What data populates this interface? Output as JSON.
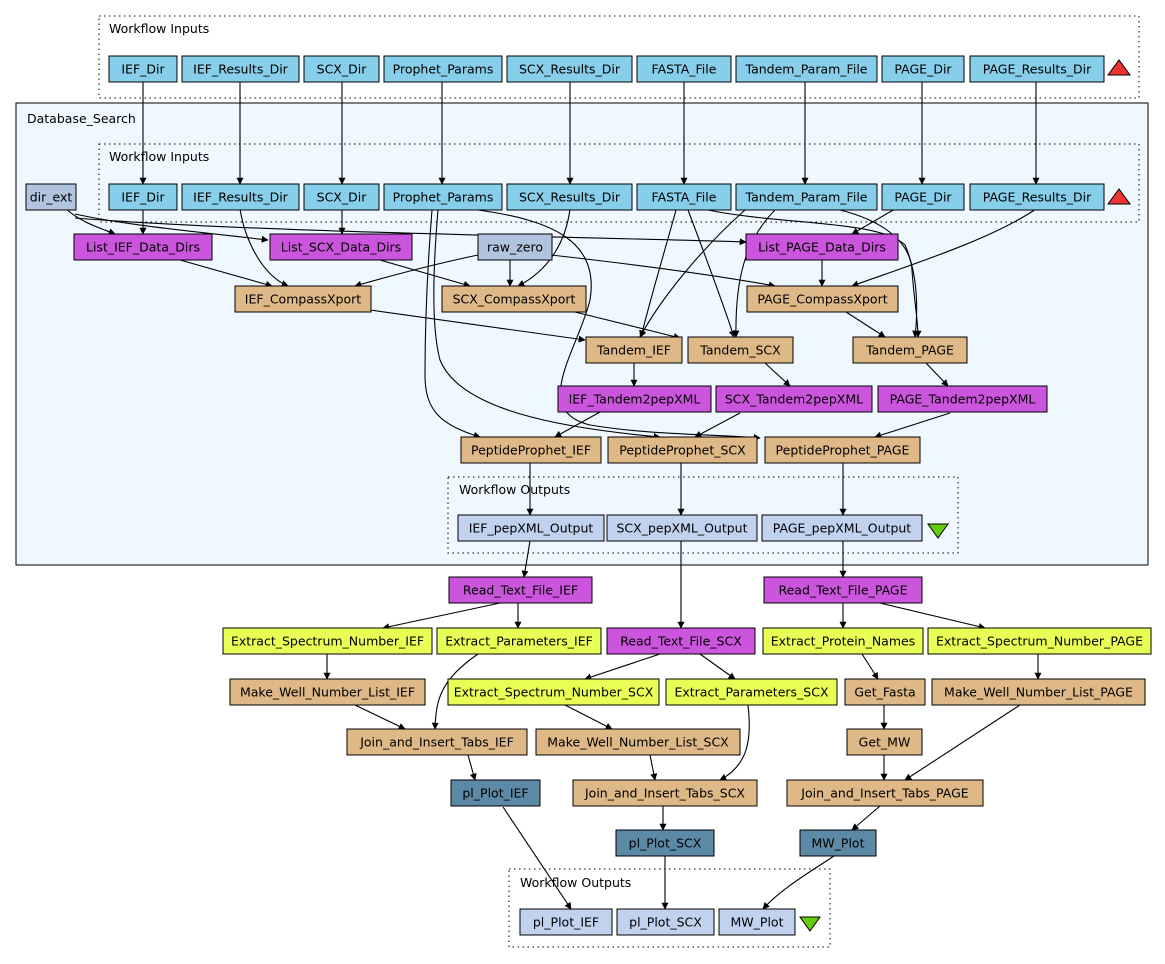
{
  "clusters": {
    "top_inputs": {
      "label": "Workflow Inputs"
    },
    "database_search": {
      "label": "Database_Search"
    },
    "inner_inputs": {
      "label": "Workflow Inputs"
    },
    "inner_outputs": {
      "label": "Workflow Outputs"
    },
    "bottom_outputs": {
      "label": "Workflow Outputs"
    }
  },
  "colors": {
    "input": "#87ceeb",
    "output": "#b0c4de",
    "output_port": "#c1d2ef",
    "beanshell": "#deb887",
    "workflow": "#cc55dd",
    "local": "#e8ff55",
    "rshell": "#5b89a6",
    "cluster_fill": "#f0f8ff",
    "triangle_up": "#ee3333",
    "triangle_down": "#66cc11"
  },
  "nodes": {
    "t_ief_dir": "IEF_Dir",
    "t_ief_results_dir": "IEF_Results_Dir",
    "t_scx_dir": "SCX_Dir",
    "t_prophet_params": "Prophet_Params",
    "t_scx_results_dir": "SCX_Results_Dir",
    "t_fasta_file": "FASTA_File",
    "t_tandem_param_file": "Tandem_Param_File",
    "t_page_dir": "PAGE_Dir",
    "t_page_results_dir": "PAGE_Results_Dir",
    "i_ief_dir": "IEF_Dir",
    "i_ief_results_dir": "IEF_Results_Dir",
    "i_scx_dir": "SCX_Dir",
    "i_prophet_params": "Prophet_Params",
    "i_scx_results_dir": "SCX_Results_Dir",
    "i_fasta_file": "FASTA_File",
    "i_tandem_param_file": "Tandem_Param_File",
    "i_page_dir": "PAGE_Dir",
    "i_page_results_dir": "PAGE_Results_Dir",
    "dir_ext": "dir_ext",
    "raw_zero": "raw_zero",
    "list_ief": "List_IEF_Data_Dirs",
    "list_scx": "List_SCX_Data_Dirs",
    "list_page": "List_PAGE_Data_Dirs",
    "ief_compass": "IEF_CompassXport",
    "scx_compass": "SCX_CompassXport",
    "page_compass": "PAGE_CompassXport",
    "tandem_ief": "Tandem_IEF",
    "tandem_scx": "Tandem_SCX",
    "tandem_page": "Tandem_PAGE",
    "ief_t2p": "IEF_Tandem2pepXML",
    "scx_t2p": "SCX_Tandem2pepXML",
    "page_t2p": "PAGE_Tandem2pepXML",
    "pp_ief": "PeptideProphet_IEF",
    "pp_scx": "PeptideProphet_SCX",
    "pp_page": "PeptideProphet_PAGE",
    "o_ief_pepxml": "IEF_pepXML_Output",
    "o_scx_pepxml": "SCX_pepXML_Output",
    "o_page_pepxml": "PAGE_pepXML_Output",
    "read_ief": "Read_Text_File_IEF",
    "read_scx": "Read_Text_File_SCX",
    "read_page": "Read_Text_File_PAGE",
    "ext_spec_ief": "Extract_Spectrum_Number_IEF",
    "ext_param_ief": "Extract_Parameters_IEF",
    "ext_spec_scx": "Extract_Spectrum_Number_SCX",
    "ext_param_scx": "Extract_Parameters_SCX",
    "ext_prot": "Extract_Protein_Names",
    "ext_spec_page": "Extract_Spectrum_Number_PAGE",
    "make_ief": "Make_Well_Number_List_IEF",
    "make_scx": "Make_Well_Number_List_SCX",
    "make_page": "Make_Well_Number_List_PAGE",
    "get_fasta": "Get_Fasta",
    "get_mw": "Get_MW",
    "join_ief": "Join_and_Insert_Tabs_IEF",
    "join_scx": "Join_and_Insert_Tabs_SCX",
    "join_page": "Join_and_Insert_Tabs_PAGE",
    "plot_ief": "pl_Plot_IEF",
    "plot_scx": "pl_Plot_SCX",
    "mw_plot": "MW_Plot",
    "f_plot_ief": "pl_Plot_IEF",
    "f_plot_scx": "pl_Plot_SCX",
    "f_mw_plot": "MW_Plot"
  }
}
